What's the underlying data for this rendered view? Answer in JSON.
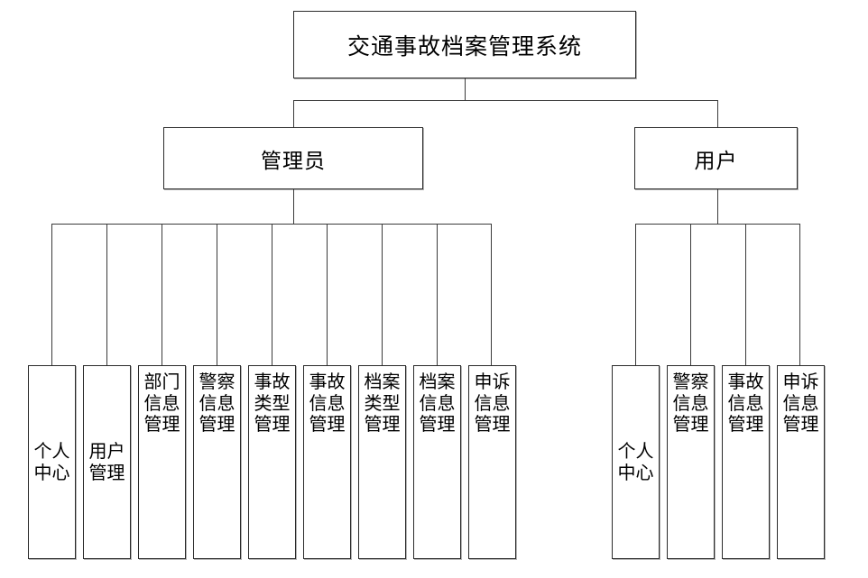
{
  "diagram": {
    "type": "organizational-tree",
    "title": "交通事故档案管理系统",
    "root": {
      "label": "交通事故档案管理系统"
    },
    "branches": [
      {
        "id": "admin",
        "label": "管理员",
        "children": [
          {
            "label": "个人中心"
          },
          {
            "label": "用户管理"
          },
          {
            "label": "部门信息管理"
          },
          {
            "label": "警察信息管理"
          },
          {
            "label": "事故类型管理"
          },
          {
            "label": "事故信息管理"
          },
          {
            "label": "档案类型管理"
          },
          {
            "label": "档案信息管理"
          },
          {
            "label": "申诉信息管理"
          }
        ]
      },
      {
        "id": "user",
        "label": "用户",
        "children": [
          {
            "label": "个人中心"
          },
          {
            "label": "警察信息管理"
          },
          {
            "label": "事故信息管理"
          },
          {
            "label": "申诉信息管理"
          }
        ]
      }
    ],
    "colors": {
      "background": "#ffffff",
      "box_border": "#2b2b2b",
      "connector": "#3a3a3a",
      "shadow": "#787878",
      "text": "#000000"
    }
  }
}
